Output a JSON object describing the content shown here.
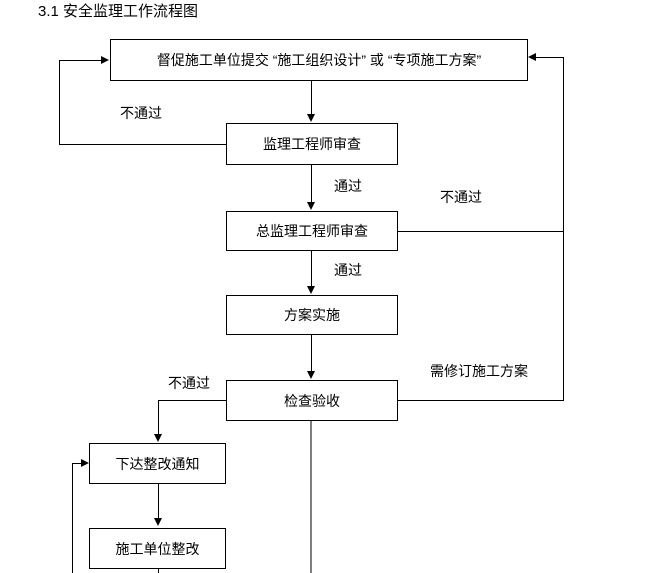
{
  "document": {
    "section_number": "3.1",
    "heading": "3.1 安全监理工作流程图"
  },
  "flowchart": {
    "nodes": [
      {
        "id": "submit-plan",
        "label": "督促施工单位提交 “施工组织设计” 或 “专项施工方案”"
      },
      {
        "id": "engineer-review",
        "label": "监理工程师审查"
      },
      {
        "id": "chief-review",
        "label": "总监理工程师审查"
      },
      {
        "id": "plan-implement",
        "label": "方案实施"
      },
      {
        "id": "inspect-accept",
        "label": "检查验收"
      },
      {
        "id": "issue-notice",
        "label": "下达整改通知"
      },
      {
        "id": "contractor-rectify",
        "label": "施工单位整改"
      }
    ],
    "edge_labels": [
      {
        "id": "fail-engineer",
        "label": "不通过"
      },
      {
        "id": "pass-engineer",
        "label": "通过"
      },
      {
        "id": "fail-chief",
        "label": "不通过"
      },
      {
        "id": "pass-chief",
        "label": "通过"
      },
      {
        "id": "fail-inspect",
        "label": "不通过"
      },
      {
        "id": "revise-required",
        "label": "需修订施工方案"
      }
    ],
    "colors": {
      "line": "#000000",
      "accent_line": "#7f7f7f",
      "node_fill": "#ffffff",
      "text": "#000000"
    }
  }
}
